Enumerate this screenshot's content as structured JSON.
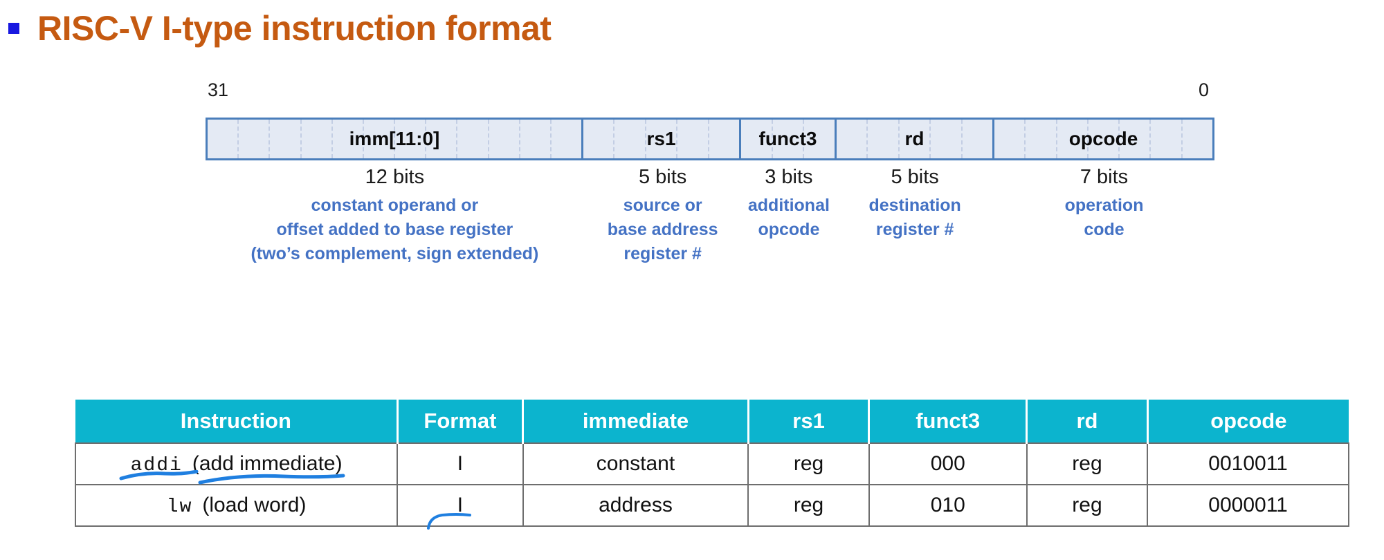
{
  "slide": {
    "title": "RISC-V I-type instruction format",
    "bullet_color": "#1818e0",
    "title_color": "#c55a11"
  },
  "bit_ruler": {
    "msb": "31",
    "lsb": "0"
  },
  "instruction_format": {
    "total_bits": 32,
    "box_fill": "#e4eaf4",
    "box_border": "#4a7ebb",
    "fields": [
      {
        "name": "imm[11:0]",
        "bits": 12,
        "bits_label": "12 bits",
        "description_lines": [
          "constant operand or",
          "offset added to base register",
          "(two’s complement, sign extended)"
        ]
      },
      {
        "name": "rs1",
        "bits": 5,
        "bits_label": "5 bits",
        "description_lines": [
          "source or",
          "base address",
          "register #"
        ]
      },
      {
        "name": "funct3",
        "bits": 3,
        "bits_label": "3 bits",
        "description_lines": [
          "additional",
          "opcode"
        ]
      },
      {
        "name": "rd",
        "bits": 5,
        "bits_label": "5 bits",
        "description_lines": [
          "destination",
          "register #"
        ]
      },
      {
        "name": "opcode",
        "bits": 7,
        "bits_label": "7 bits",
        "description_lines": [
          "operation",
          "code"
        ]
      }
    ]
  },
  "table": {
    "header_bg": "#0cb4ce",
    "header_fg": "#ffffff",
    "columns": [
      "Instruction",
      "Format",
      "immediate",
      "rs1",
      "funct3",
      "rd",
      "opcode"
    ],
    "rows": [
      {
        "mnemonic": "addi",
        "expansion": "(add immediate)",
        "format": "I",
        "immediate": "constant",
        "rs1": "reg",
        "funct3": "000",
        "rd": "reg",
        "opcode": "0010011"
      },
      {
        "mnemonic": "lw",
        "expansion": "(load word)",
        "format": "I",
        "immediate": "address",
        "rs1": "reg",
        "funct3": "010",
        "rd": "reg",
        "opcode": "0000011"
      }
    ]
  },
  "annotations": {
    "ink_color": "#1f7fe0",
    "marks": [
      "underline-addi",
      "underline-add-immediate",
      "hook-under-lw-format-i"
    ]
  }
}
